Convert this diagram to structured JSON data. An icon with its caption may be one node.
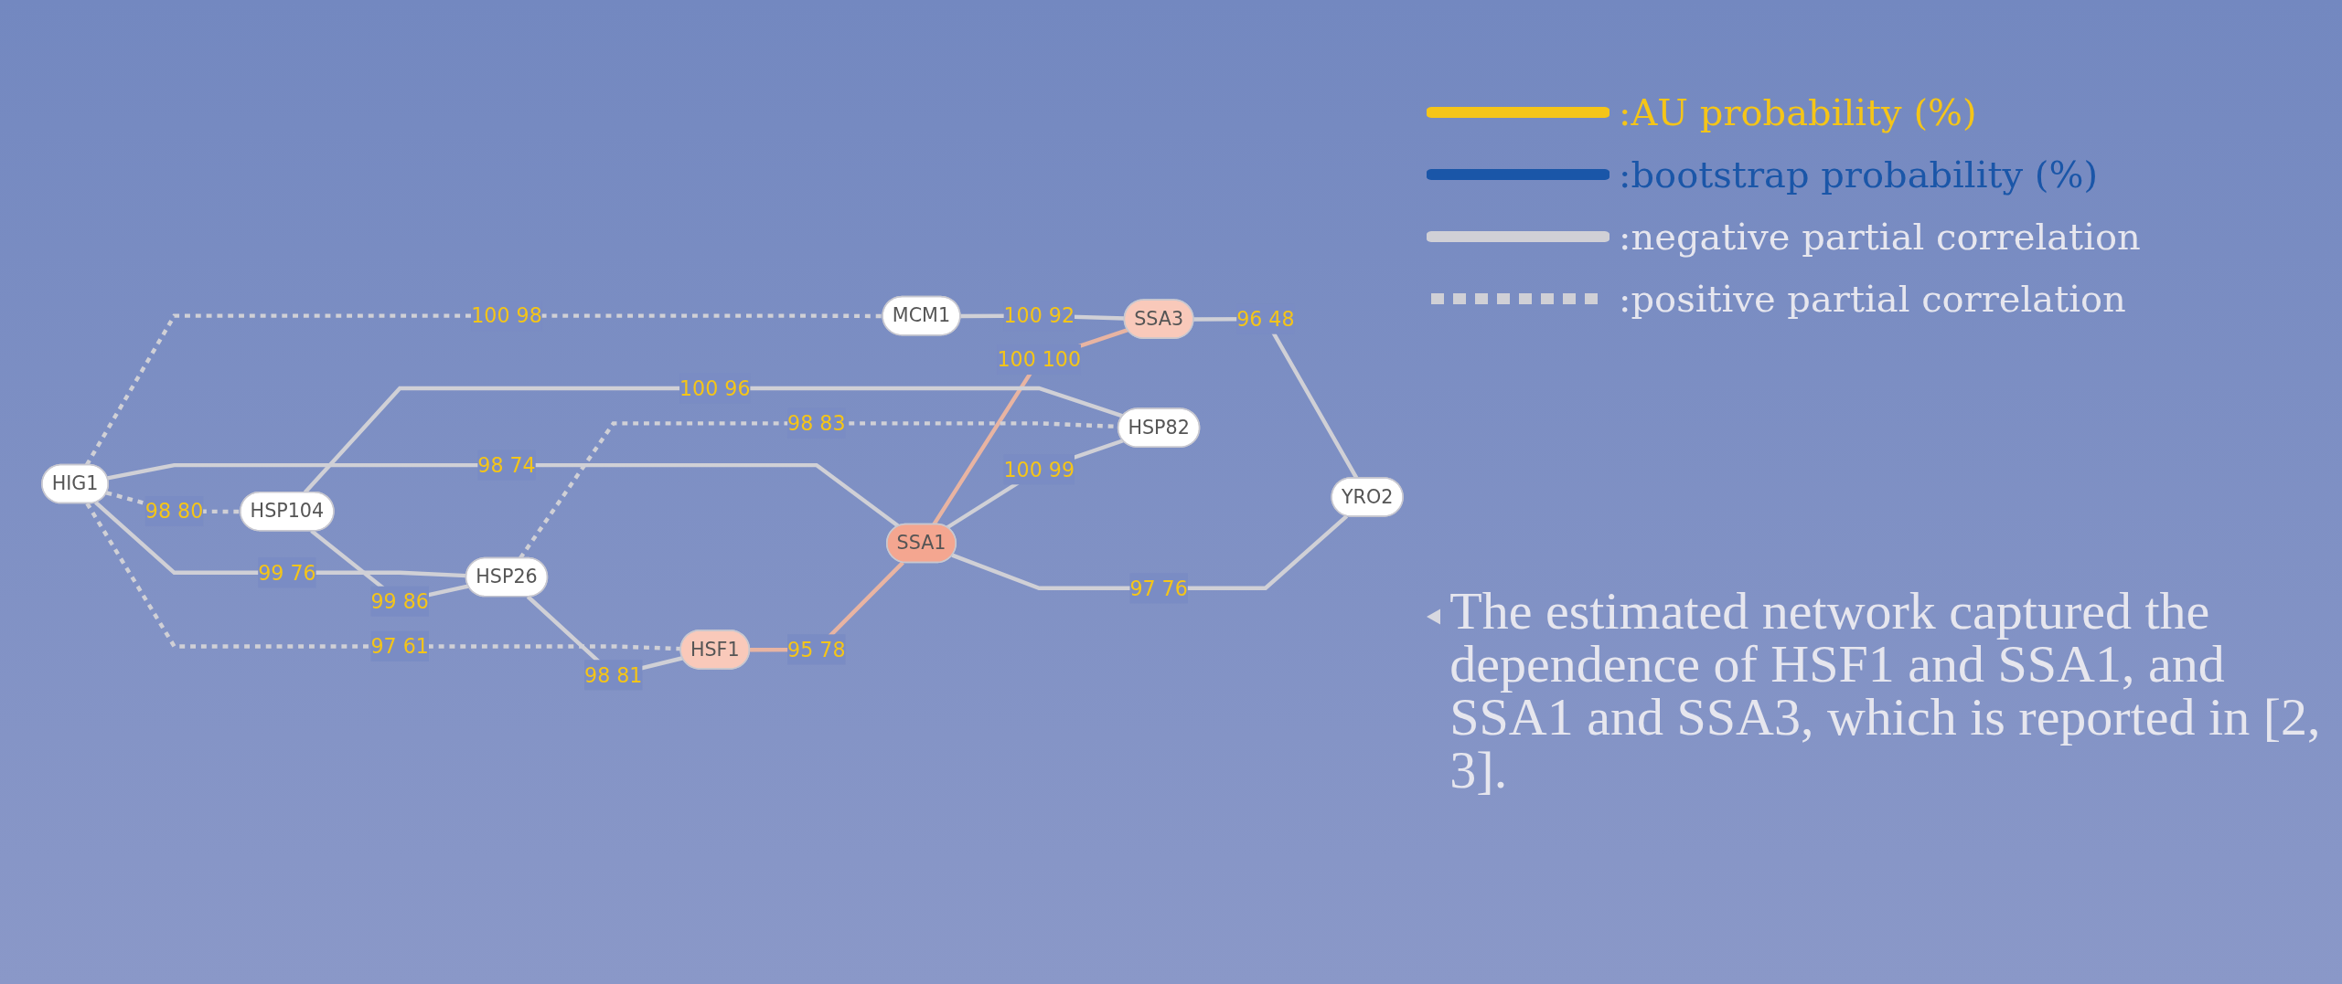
{
  "diagram": {
    "nodes": [
      {
        "text": [
          "HIG1"
        ]
      },
      {
        "text": [
          "MCM1"
        ]
      },
      {
        "text": [
          "SSA3"
        ]
      },
      {
        "text": [
          "HSP104"
        ]
      },
      {
        "text": [
          "HSP26"
        ]
      },
      {
        "text": [
          "HSF1"
        ]
      },
      {
        "text": [
          "SSA1"
        ]
      },
      {
        "text": [
          "YRO2"
        ]
      },
      {
        "text": [
          "HSP82"
        ]
      }
    ],
    "edges": [
      {
        "from": 0,
        "to": 1,
        "arrow": "none",
        "label": "100 98",
        "style": "dashed"
      },
      {
        "from": 1,
        "to": 2,
        "arrow": "none",
        "label": "100 92"
      },
      {
        "from": 0,
        "to": 3,
        "arrow": "none",
        "label": "98 80",
        "style": "dashed"
      },
      {
        "from": 0,
        "to": 4,
        "arrow": "none",
        "label": "99 76"
      },
      {
        "from": 0,
        "to": 5,
        "arrow": "none",
        "label": "97 61",
        "style": "dashed"
      },
      {
        "from": 0,
        "to": 6,
        "arrow": "none",
        "label": "98 74"
      },
      {
        "from": 6,
        "to": 2,
        "arrow": "none",
        "label": "100 100",
        "color": "#e8b4a2"
      },
      {
        "from": 3,
        "to": 4,
        "arrow": "none",
        "label": "99 86"
      },
      {
        "from": 4,
        "to": 5,
        "arrow": "none",
        "label": "98 81"
      },
      {
        "from": 5,
        "to": 6,
        "arrow": "none",
        "label": "95 78",
        "color": "#e8b4a2"
      },
      {
        "from": 2,
        "to": 7,
        "arrow": "none",
        "label": "96 48"
      },
      {
        "from": 6,
        "to": 7,
        "arrow": "none",
        "label": "97 76"
      },
      {
        "from": 3,
        "to": 8,
        "arrow": "none",
        "label": "100 96"
      },
      {
        "from": 4,
        "to": 8,
        "arrow": "none",
        "label": "98 83",
        "style": "dashed"
      },
      {
        "from": 6,
        "to": 8,
        "arrow": "none",
        "label": "100 99"
      }
    ],
    "labels": [
      "The estimated network captured the dependence of HSF1 and SSA1, and SSA1 and SSA3, which is reported in [2, 3]."
    ],
    "legend": [
      {
        "text": ":AU probability (%)"
      },
      {
        "text": ":bootstrap probability (%)"
      },
      {
        "text": ":negative partial correlation"
      },
      {
        "text": ":positive partial correlation"
      }
    ]
  }
}
